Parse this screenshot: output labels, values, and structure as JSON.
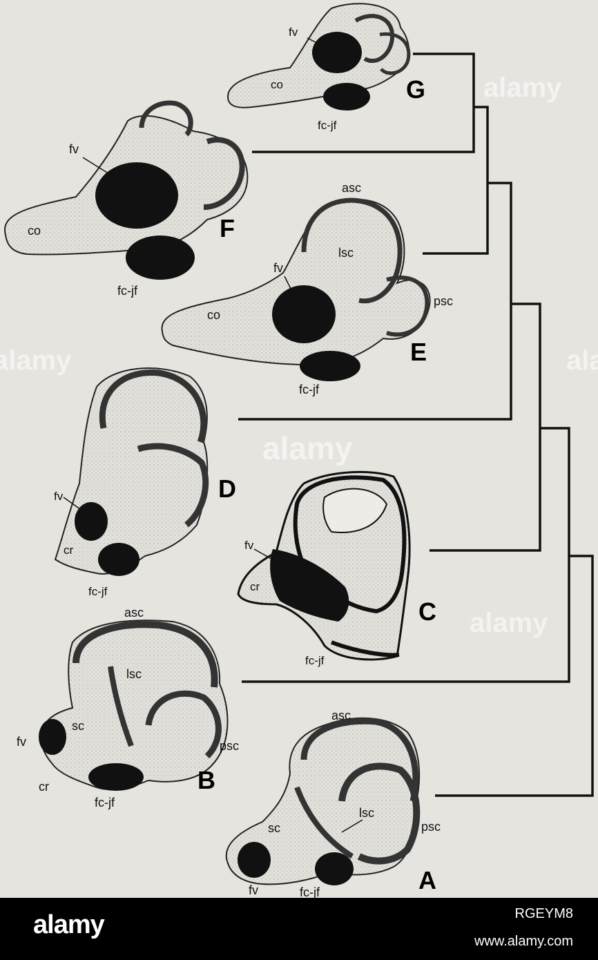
{
  "figure": {
    "panels": {
      "A": {
        "letter": "A",
        "labels": [
          "asc",
          "lsc",
          "psc",
          "sc",
          "fv",
          "fc-jf"
        ]
      },
      "B": {
        "letter": "B",
        "labels": [
          "asc",
          "lsc",
          "psc",
          "sc",
          "fv",
          "cr",
          "fc-jf"
        ]
      },
      "C": {
        "letter": "C",
        "labels": [
          "fv",
          "cr",
          "fc-jf"
        ]
      },
      "D": {
        "letter": "D",
        "labels": [
          "fv",
          "cr",
          "fc-jf"
        ]
      },
      "E": {
        "letter": "E",
        "labels": [
          "asc",
          "lsc",
          "psc",
          "fv",
          "co",
          "fc-jf"
        ]
      },
      "F": {
        "letter": "F",
        "labels": [
          "fv",
          "co",
          "fc-jf"
        ]
      },
      "G": {
        "letter": "G",
        "labels": [
          "fv",
          "co",
          "fc-jf"
        ]
      }
    },
    "colors": {
      "background": "#e6e4df",
      "stipple": "#dedcd6",
      "ink": "#111111"
    }
  },
  "watermark": {
    "text": "alamy"
  },
  "footer": {
    "brand": "alamy",
    "stock_id": "RGEYM8",
    "url": "www.alamy.com"
  }
}
